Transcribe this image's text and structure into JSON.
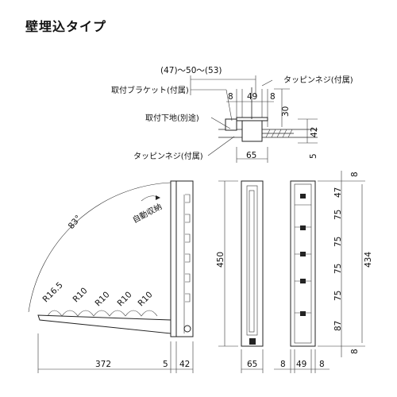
{
  "title": "壁埋込タイプ",
  "top_view": {
    "width_range": "(47)～50～(53)",
    "dims_top": [
      "8",
      "49",
      "8"
    ],
    "dim_30": "30",
    "dim_42": "42",
    "dim_5": "5",
    "dim_65": "65",
    "label_bracket": "取付ブラケット(付属)",
    "label_screw_top": "タッピンネジ(付属)",
    "label_base": "取付下地(別途)",
    "label_screw_bottom": "タッピンネジ(付属)"
  },
  "side_view": {
    "angle": "83°",
    "auto_label": "自動収納",
    "radii": [
      "R16.5",
      "R10",
      "R10",
      "R10",
      "R10"
    ],
    "dim_372": "372",
    "dim_5": "5",
    "dim_42": "42"
  },
  "front_view": {
    "height": "450",
    "dim_65": "65"
  },
  "back_view": {
    "dims_right": [
      "8",
      "47",
      "75",
      "75",
      "75",
      "75",
      "87",
      "8"
    ],
    "total": "434",
    "dims_bottom": [
      "8",
      "49",
      "8"
    ]
  }
}
